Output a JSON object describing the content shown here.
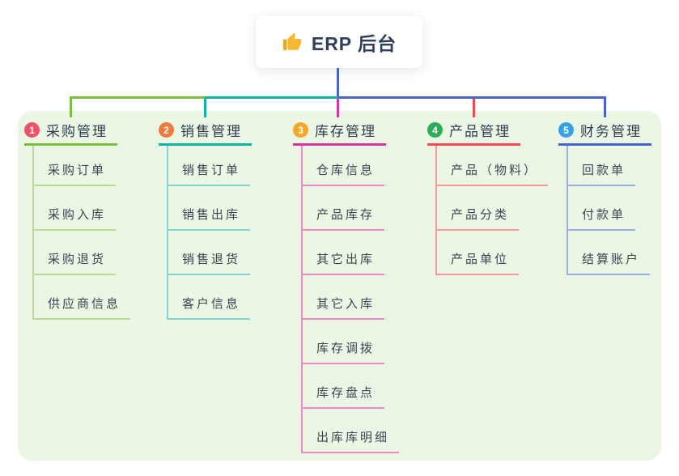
{
  "root": {
    "label": "ERP 后台",
    "icon": "thumbs-up-icon",
    "icon_color": "#f5b82e",
    "card_background": "#ffffff",
    "text_color": "#30405a",
    "stem_color": "#4a63c8"
  },
  "canvas": {
    "background": "#ffffff",
    "panel_background": "#ebf6e5"
  },
  "branches": [
    {
      "index": "1",
      "label": "采购管理",
      "badge_color": "#ee5467",
      "line_color": "#7abd3f",
      "light_color": "#b9dc92",
      "children": [
        "采购订单",
        "采购入库",
        "采购退货",
        "供应商信息"
      ]
    },
    {
      "index": "2",
      "label": "销售管理",
      "badge_color": "#f0793c",
      "line_color": "#10b3a3",
      "light_color": "#84d5ca",
      "children": [
        "销售订单",
        "销售出库",
        "销售退货",
        "客户信息"
      ]
    },
    {
      "index": "3",
      "label": "库存管理",
      "badge_color": "#f6a62b",
      "line_color": "#d3389e",
      "light_color": "#ee8ac6",
      "children": [
        "仓库信息",
        "产品库存",
        "其它出库",
        "其它入库",
        "库存调拨",
        "库存盘点",
        "出库库明细"
      ]
    },
    {
      "index": "4",
      "label": "产品管理",
      "badge_color": "#2fae55",
      "line_color": "#f04a55",
      "light_color": "#f499a0",
      "children": [
        "产品（物料）",
        "产品分类",
        "产品单位"
      ]
    },
    {
      "index": "5",
      "label": "财务管理",
      "badge_color": "#38a1e6",
      "line_color": "#4a63c8",
      "light_color": "#9cb0e0",
      "children": [
        "回款单",
        "付款单",
        "结算账户"
      ]
    }
  ]
}
